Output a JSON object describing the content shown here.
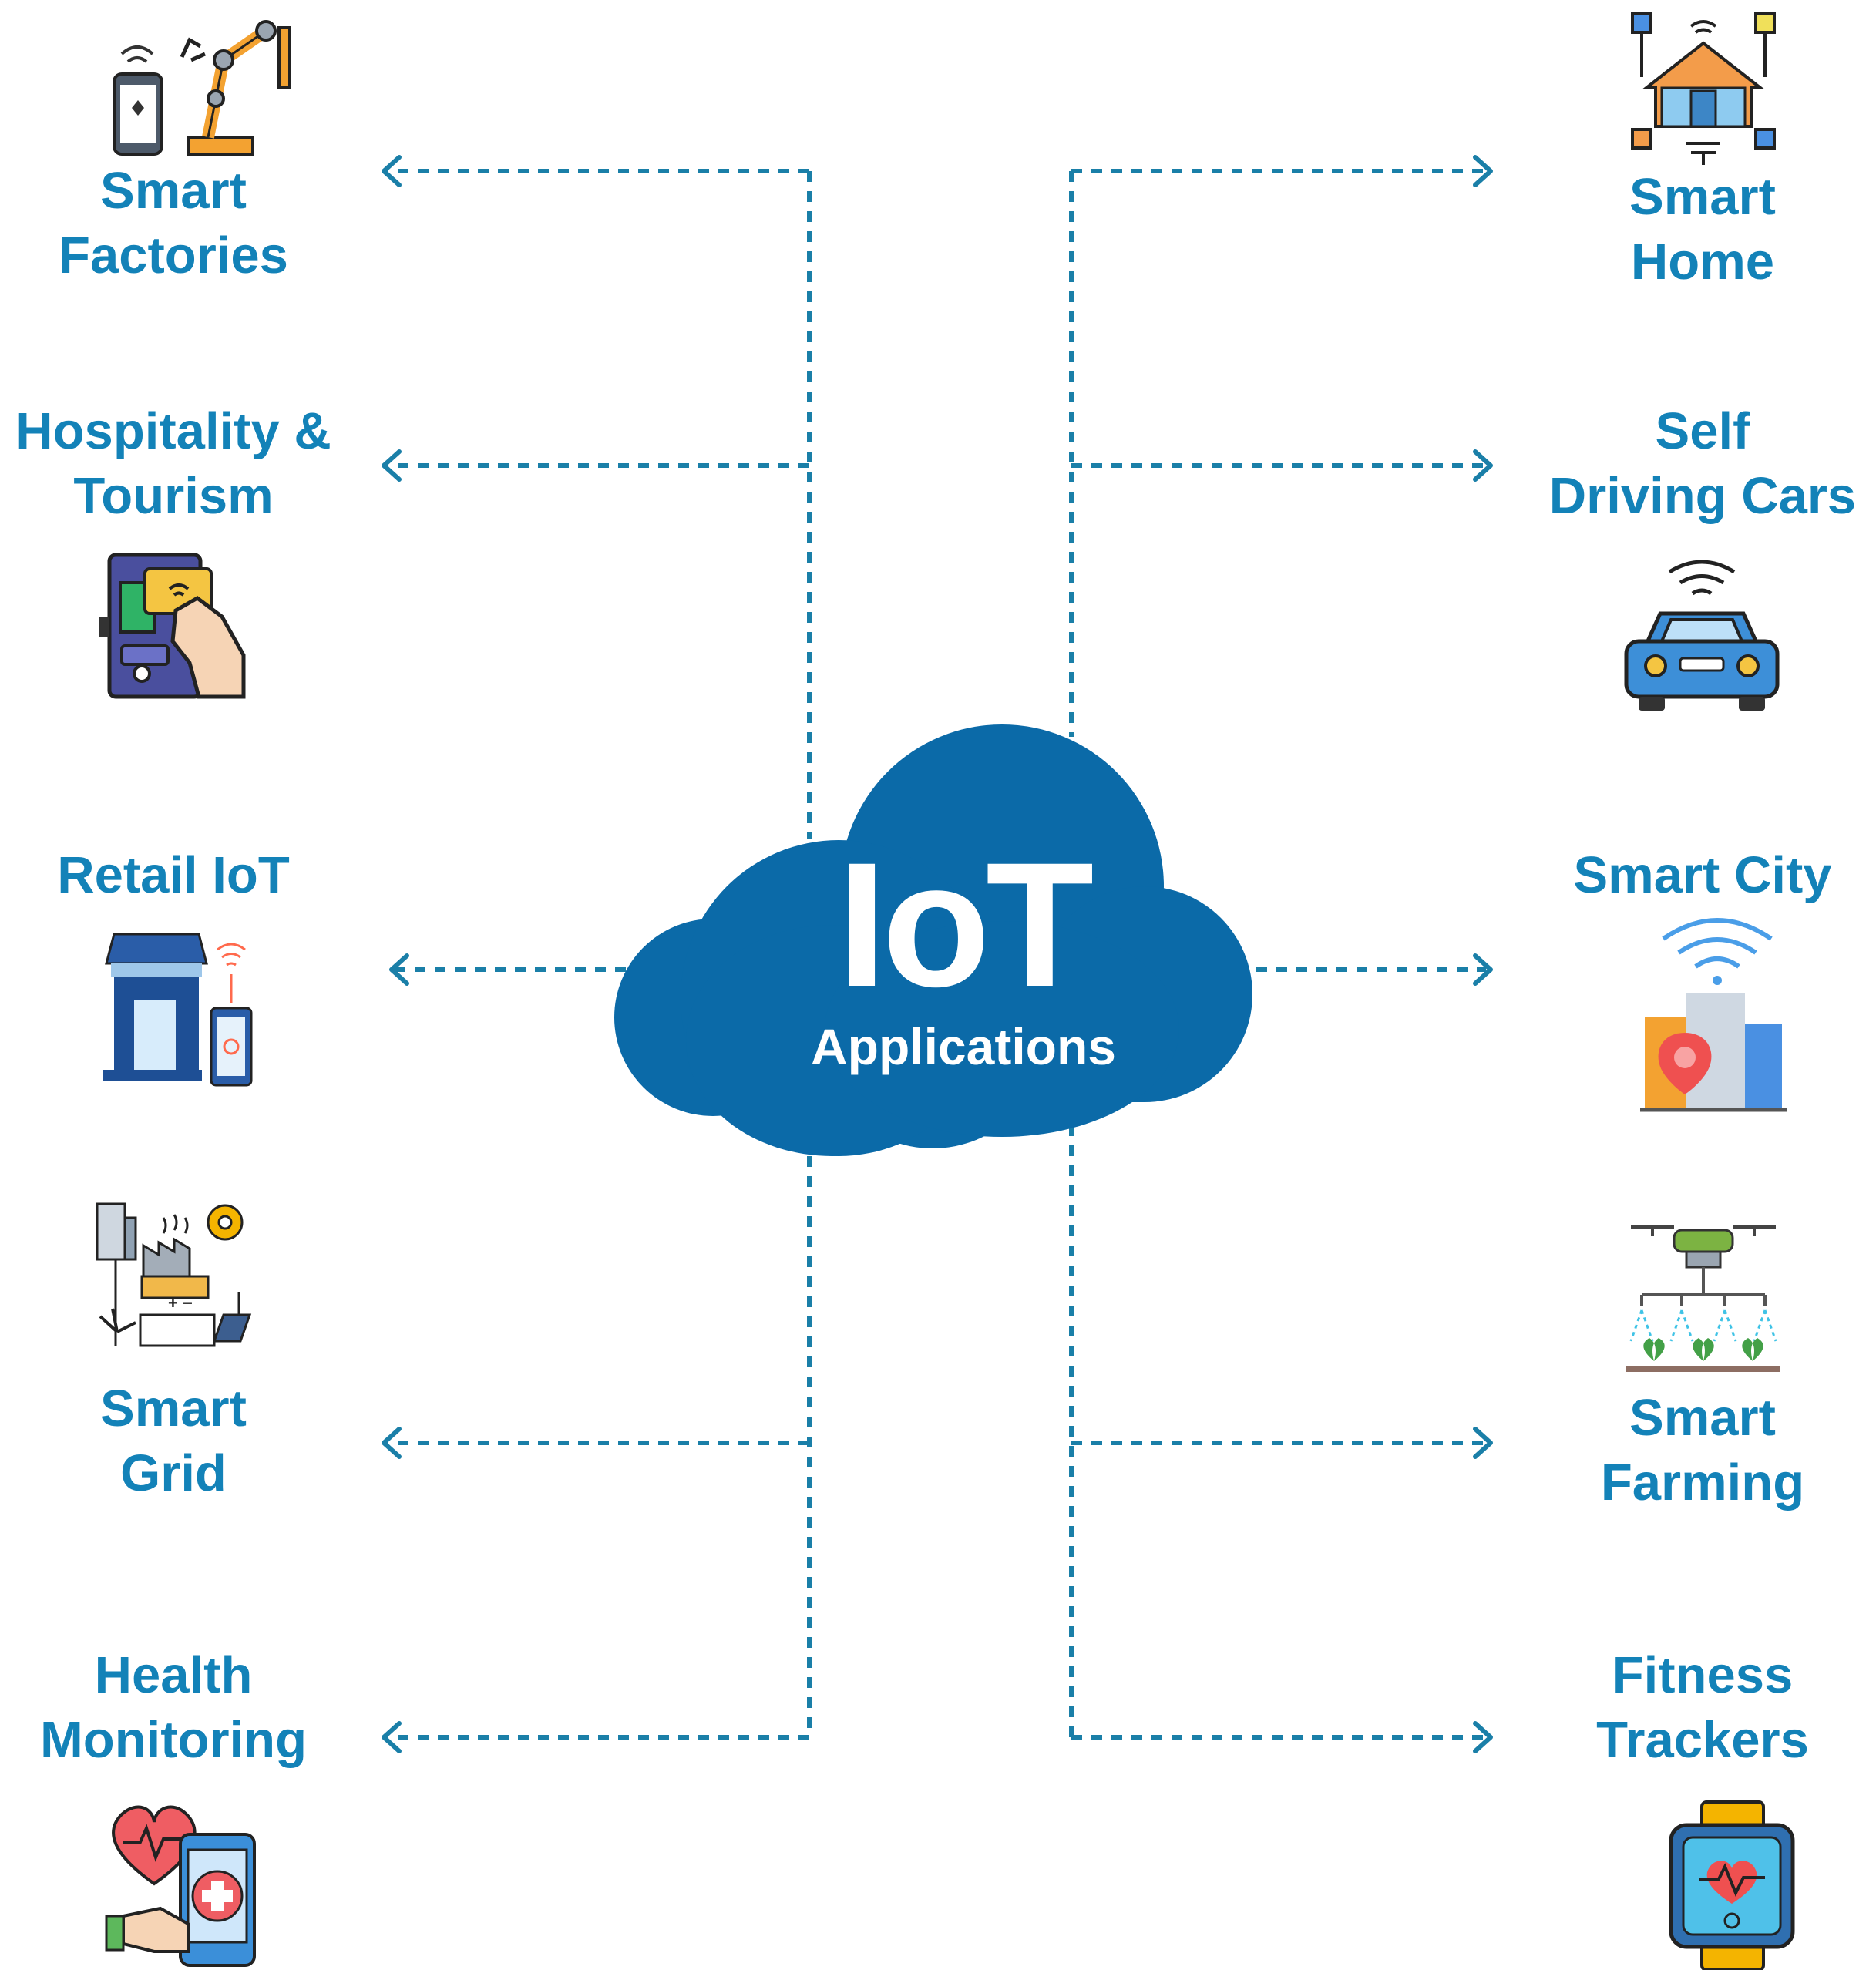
{
  "center": {
    "title": "IoT",
    "subtitle": "Applications"
  },
  "colors": {
    "primary": "#1382b8",
    "cloud": "#0b6aa8",
    "connector": "#1a7fa8",
    "background": "#ffffff"
  },
  "applications": {
    "smart_factories": {
      "line1": "Smart",
      "line2": "Factories",
      "icon": "robot-arm-phone-icon"
    },
    "hospitality_tourism": {
      "line1": "Hospitality &",
      "line2": "Tourism",
      "icon": "keycard-door-lock-icon"
    },
    "retail_iot": {
      "line1": "Retail IoT",
      "icon": "store-phone-icon"
    },
    "smart_grid": {
      "line1": "Smart",
      "line2": "Grid",
      "icon": "power-grid-icon"
    },
    "health_monitoring": {
      "line1": "Health",
      "line2": "Monitoring",
      "icon": "heart-phone-medical-icon"
    },
    "smart_home": {
      "line1": "Smart",
      "line2": "Home",
      "icon": "connected-house-icon"
    },
    "self_driving_cars": {
      "line1": "Self",
      "line2": "Driving Cars",
      "icon": "connected-car-icon"
    },
    "smart_city": {
      "line1": "Smart City",
      "icon": "city-buildings-wifi-icon"
    },
    "smart_farming": {
      "line1": "Smart",
      "line2": "Farming",
      "icon": "drone-irrigation-icon"
    },
    "fitness_trackers": {
      "line1": "Fitness",
      "line2": "Trackers",
      "icon": "smartwatch-heart-icon"
    }
  }
}
